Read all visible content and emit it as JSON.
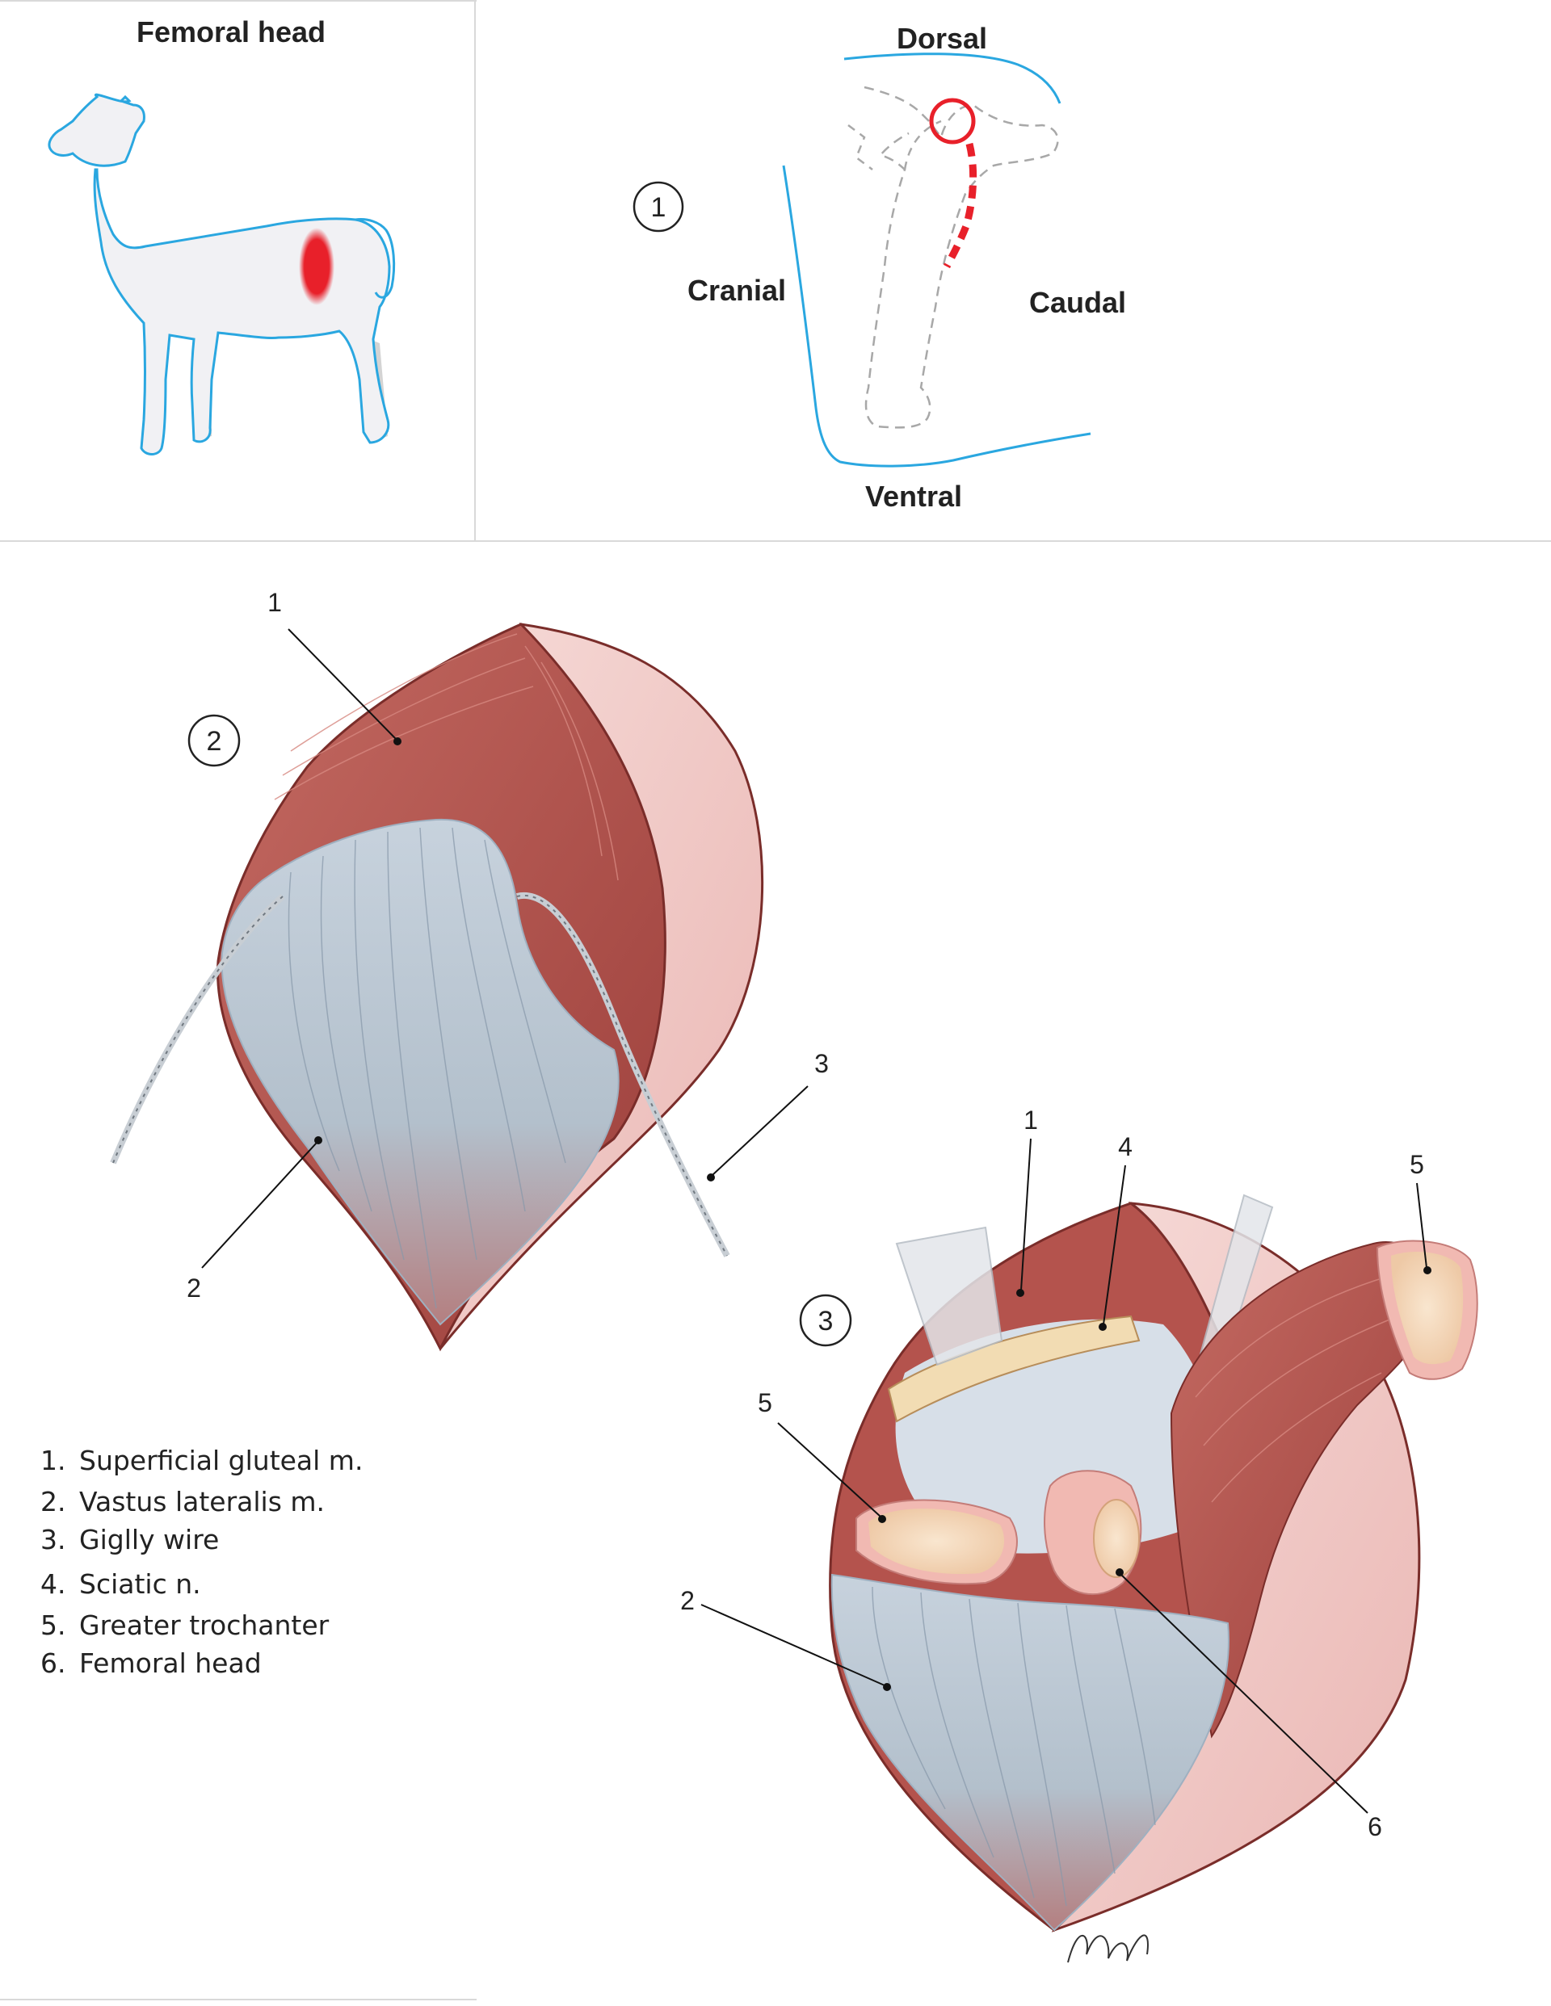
{
  "panel_a": {
    "title": "Femoral head"
  },
  "orientation": {
    "step": "1",
    "dorsal": "Dorsal",
    "cranial": "Cranial",
    "caudal": "Caudal",
    "ventral": "Ventral"
  },
  "step2": {
    "step": "2",
    "callouts": [
      "1",
      "3",
      "2"
    ]
  },
  "step3": {
    "step": "3",
    "callouts": [
      "1",
      "4",
      "5",
      "5",
      "2",
      "6"
    ]
  },
  "legend": [
    {
      "num": "1.",
      "text": "Superficial gluteal m."
    },
    {
      "num": "2.",
      "text": "Vastus lateralis m."
    },
    {
      "num": "3.",
      "text": "Giglly wire"
    },
    {
      "num": "4.",
      "text": "Sciatic n."
    },
    {
      "num": "5.",
      "text": "Greater trochanter"
    },
    {
      "num": "6.",
      "text": "Femoral head"
    }
  ],
  "colors": {
    "outline_blue": "#2aa7e0",
    "highlight_red": "#e8202a",
    "muscle": "#b5534e",
    "fascia": "#b9c6d3",
    "skin": "#f3d3d1",
    "bone": "#f5dcc0"
  }
}
